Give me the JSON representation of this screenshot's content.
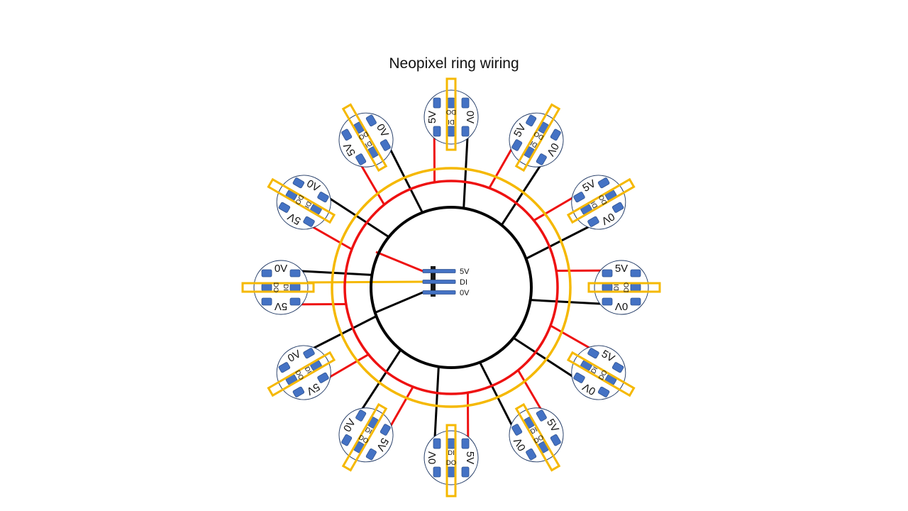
{
  "title": "Neopixel ring wiring",
  "colors": {
    "power_5v": "#ee1111",
    "ground_0v": "#000000",
    "data": "#f5b800",
    "pad": "#4472c4",
    "pad_border": "#2f528f",
    "pixel_outline": "#1f3864",
    "header_body": "#1a1a1a"
  },
  "header": {
    "pins": [
      {
        "id": "5v",
        "label": "5V"
      },
      {
        "id": "di",
        "label": "DI"
      },
      {
        "id": "0v",
        "label": "0V"
      }
    ]
  },
  "pixel_labels": {
    "power": "5V",
    "ground": "0V",
    "data_in": "DI",
    "data_out": "DO"
  },
  "ring": {
    "pixel_count": 12,
    "buses": [
      {
        "id": "data-bus-ring",
        "net": "data"
      },
      {
        "id": "power-bus-ring",
        "net": "5V"
      },
      {
        "id": "ground-bus-ring",
        "net": "0V"
      }
    ]
  }
}
